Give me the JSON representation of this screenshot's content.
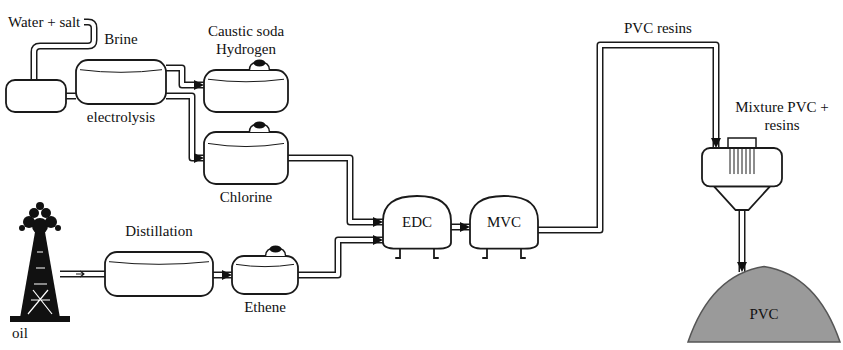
{
  "diagram": {
    "nodes": [
      {
        "text": [
          "Brine",
          "electrolysis"
        ]
      },
      {
        "text": [
          "Caustic soda Hydrogen"
        ]
      },
      {
        "text": [
          "Chlorine"
        ]
      },
      {
        "text": [
          "Distillation"
        ]
      },
      {
        "text": [
          "Ethene"
        ]
      },
      {
        "text": [
          "EDC"
        ]
      },
      {
        "text": [
          "MVC"
        ]
      },
      {
        "text": [
          "Mixture PVC + resins"
        ]
      },
      {
        "text": [
          "PVC"
        ]
      }
    ],
    "edges": [
      {
        "from": 0,
        "to": 1,
        "arrow": "to"
      },
      {
        "from": 0,
        "to": 2,
        "arrow": "to"
      },
      {
        "from": 3,
        "to": 4,
        "arrow": "to"
      },
      {
        "from": 2,
        "to": 5,
        "arrow": "to"
      },
      {
        "from": 4,
        "to": 5,
        "arrow": "to"
      },
      {
        "from": 5,
        "to": 6,
        "arrow": "to"
      },
      {
        "from": 6,
        "to": 7,
        "label": "PVC resins",
        "arrow": "to"
      },
      {
        "from": 7,
        "to": 8,
        "arrow": "to"
      }
    ],
    "labels": [
      "Water + salt",
      "oil"
    ]
  }
}
